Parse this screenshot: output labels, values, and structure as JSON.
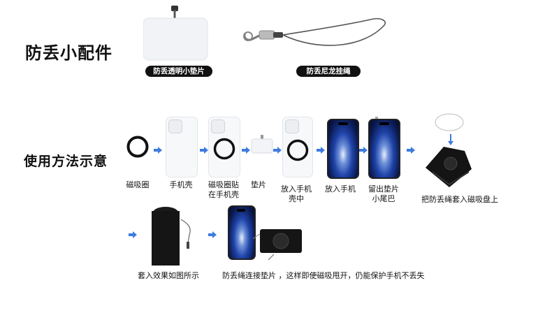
{
  "header": {
    "title": "防丢小配件"
  },
  "accessories": [
    {
      "label": "防丢透明小垫片",
      "icon": "clear-tether-pad-icon"
    },
    {
      "label": "防丢尼龙挂绳",
      "icon": "nylon-lanyard-icon"
    }
  ],
  "usage": {
    "title": "使用方法示意",
    "steps": [
      {
        "label": "磁吸圈",
        "icon": "magnetic-ring-icon"
      },
      {
        "label": "手机壳",
        "icon": "phone-case-icon"
      },
      {
        "label": "磁吸圈贴\n在手机壳",
        "icon": "case-with-ring-icon"
      },
      {
        "label": "垫片",
        "icon": "pad-icon"
      },
      {
        "label": "放入手机\n壳中",
        "icon": "case-with-pad-icon"
      },
      {
        "label": "放入手机",
        "icon": "phone-icon"
      },
      {
        "label": "留出垫片\n小尾巴",
        "icon": "phone-with-tail-icon"
      },
      {
        "label": "把防丢绳套入磁吸盘上",
        "icon": "magsafe-holder-icon"
      }
    ],
    "bottom": [
      {
        "label": "套入效果如图所示",
        "icon": "lanyard-on-holder-icon"
      },
      {
        "label": "防丢绳连接垫片 ，这样即使磁吸甩开，仍能保护手机不丢失",
        "icon": "phone-and-holder-icon"
      }
    ]
  },
  "colors": {
    "arrow": "#3d7be0",
    "pill_bg": "#111111"
  }
}
